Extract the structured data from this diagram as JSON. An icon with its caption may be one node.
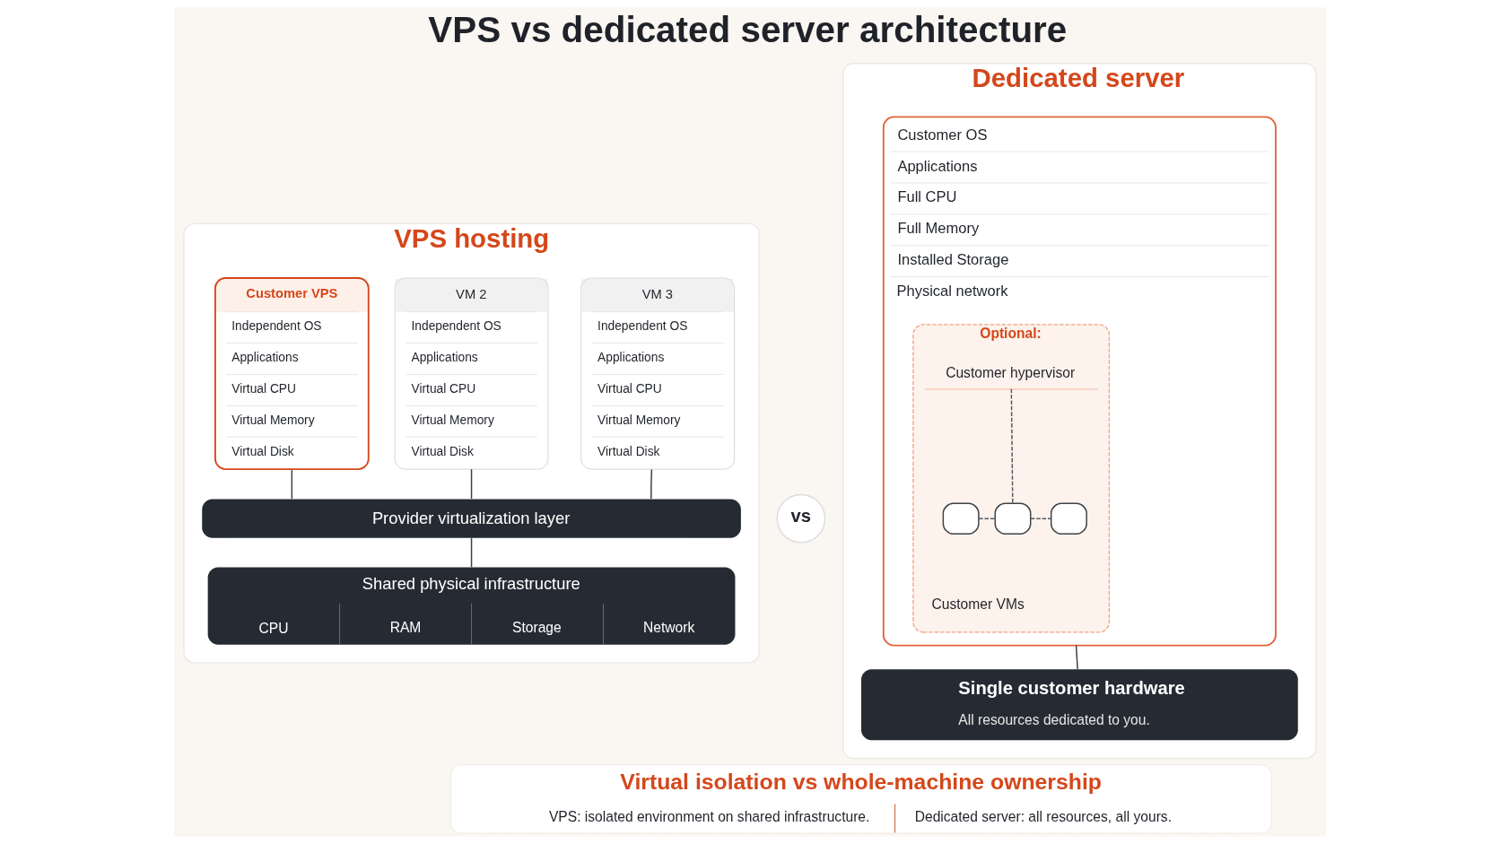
{
  "diagram": {
    "title": "VPS vs dedicated server architecture",
    "nodes": [
      {
        "text": [
          "VPS hosting"
        ]
      },
      {
        "text": [
          "Customer VPS",
          "Independent OS",
          "Applications",
          "Virtual CPU",
          "Virtual Memory",
          "Virtual Disk"
        ],
        "in": 0
      },
      {
        "text": [
          "VM 2",
          "Independent OS",
          "Applications",
          "Virtual CPU",
          "Virtual Memory",
          "Virtual Disk"
        ],
        "in": 0
      },
      {
        "text": [
          "VM 3",
          "Independent OS",
          "Applications",
          "Virtual CPU",
          "Virtual Memory",
          "Virtual Disk"
        ],
        "in": 0
      },
      {
        "text": [
          "Provider virtualization layer"
        ],
        "in": 0
      },
      {
        "text": [
          "Shared physical infrastructure",
          "CPU",
          "RAM",
          "Storage",
          "Network"
        ],
        "in": 0
      },
      {
        "text": [
          "vs"
        ]
      },
      {
        "text": [
          "Dedicated server"
        ]
      },
      {
        "text": [
          "Customer OS",
          "Applications",
          "Full CPU",
          "Full Memory",
          "Installed Storage",
          "Physical network"
        ],
        "in": 7
      },
      {
        "text": [
          "Optional:"
        ],
        "in": 8
      },
      {
        "text": [
          "Customer hypervisor"
        ],
        "in": 9
      },
      {
        "text": [],
        "shape": "box",
        "in": 9
      },
      {
        "text": [],
        "shape": "box",
        "in": 9
      },
      {
        "text": [],
        "shape": "box",
        "in": 9
      },
      {
        "text": [
          "Single customer hardware",
          "All resources dedicated to you."
        ],
        "in": 7
      },
      {
        "text": [
          "Virtual isolation vs whole-machine ownership",
          "VPS: isolated environment on shared infrastructure.",
          "Dedicated server: all resources, all yours."
        ]
      }
    ],
    "edges": [
      {
        "from": 1,
        "to": 4,
        "arrow": "none"
      },
      {
        "from": 2,
        "to": 4,
        "arrow": "none"
      },
      {
        "from": 3,
        "to": 4,
        "arrow": "none"
      },
      {
        "from": 4,
        "to": 5,
        "arrow": "none"
      },
      {
        "from": 8,
        "to": 14,
        "arrow": "none"
      },
      {
        "from": 10,
        "to": 12,
        "arrow": "none",
        "style": "dashed"
      },
      {
        "from": 11,
        "to": 12,
        "arrow": "none",
        "style": "dashed"
      },
      {
        "from": 12,
        "to": 13,
        "arrow": "none",
        "style": "dashed"
      }
    ],
    "labels": [
      "Customer VMs"
    ]
  }
}
